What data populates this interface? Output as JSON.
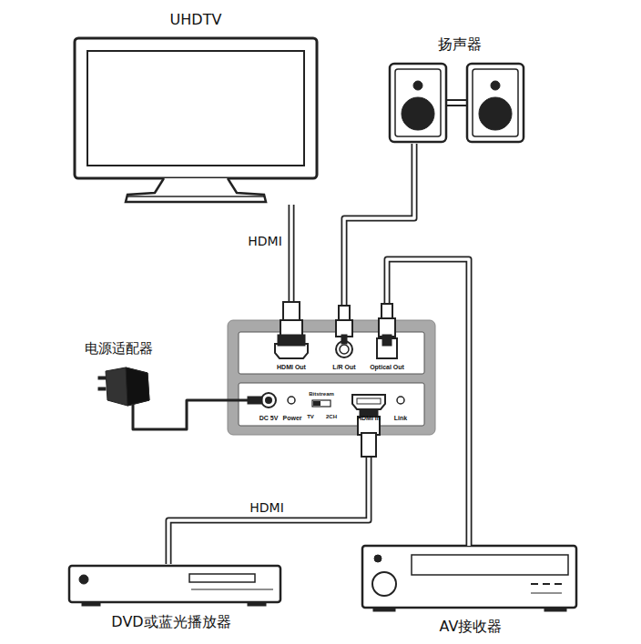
{
  "diagram": {
    "nodes": [
      {
        "text": [
          "UHDTV"
        ]
      },
      {
        "text": [
          "扬声器"
        ]
      },
      {
        "text": [
          "电源适配器"
        ]
      },
      {
        "text": [
          "HDMI Out",
          "L/R Out",
          "Optical Out",
          "DC 5V",
          "Power",
          "Bitstream",
          "TV",
          "2CH",
          "HDMI In",
          "Link"
        ]
      },
      {
        "text": [
          "DVD或蓝光播放器"
        ]
      },
      {
        "text": [
          "AV接收器"
        ]
      }
    ],
    "edges": [
      {
        "from": 0,
        "to": 3,
        "label": "HDMI",
        "arrow": "none"
      },
      {
        "from": 1,
        "to": 3,
        "arrow": "none"
      },
      {
        "from": 5,
        "to": 3,
        "arrow": "none"
      },
      {
        "from": 2,
        "to": 3,
        "arrow": "none"
      },
      {
        "from": 3,
        "to": 4,
        "label": "HDMI",
        "arrow": "none"
      }
    ]
  }
}
